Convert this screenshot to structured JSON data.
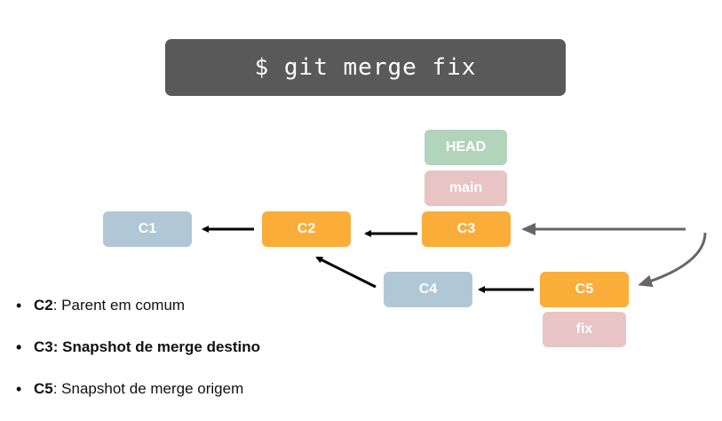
{
  "command": "$ git merge fix",
  "commits": {
    "c1": "C1",
    "c2": "C2",
    "c3": "C3",
    "c4": "C4",
    "c5": "C5"
  },
  "refs": {
    "head": "HEAD",
    "main": "main",
    "fix": "fix"
  },
  "notes": [
    {
      "term": "C2",
      "text": ": Parent em comum",
      "bold_all": false
    },
    {
      "term": "C3",
      "text": ": Snapshot de merge destino",
      "bold_all": true
    },
    {
      "term": "C5",
      "text": ": Snapshot de merge origem",
      "bold_all": false
    }
  ],
  "colors": {
    "command_bg": "#595959",
    "commit_blue": "#b0c8d6",
    "commit_orange": "#fbad3a",
    "head_green": "#b2d4bb",
    "branch_pink": "#e8c4c4",
    "arrow_black": "#000000",
    "arrow_gray": "#666666"
  }
}
